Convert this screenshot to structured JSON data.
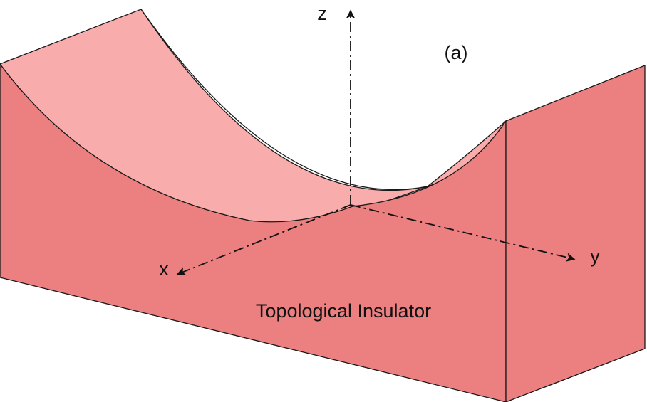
{
  "figure": {
    "panel_label": "(a)",
    "material_label": "Topological Insulator",
    "axes": {
      "z": "z",
      "x": "x",
      "y": "y"
    }
  },
  "colors": {
    "front_face": "#ec7f7f",
    "curved_surface": "#f9acac",
    "outline": "#1a1a1a",
    "axis": "#111111"
  }
}
